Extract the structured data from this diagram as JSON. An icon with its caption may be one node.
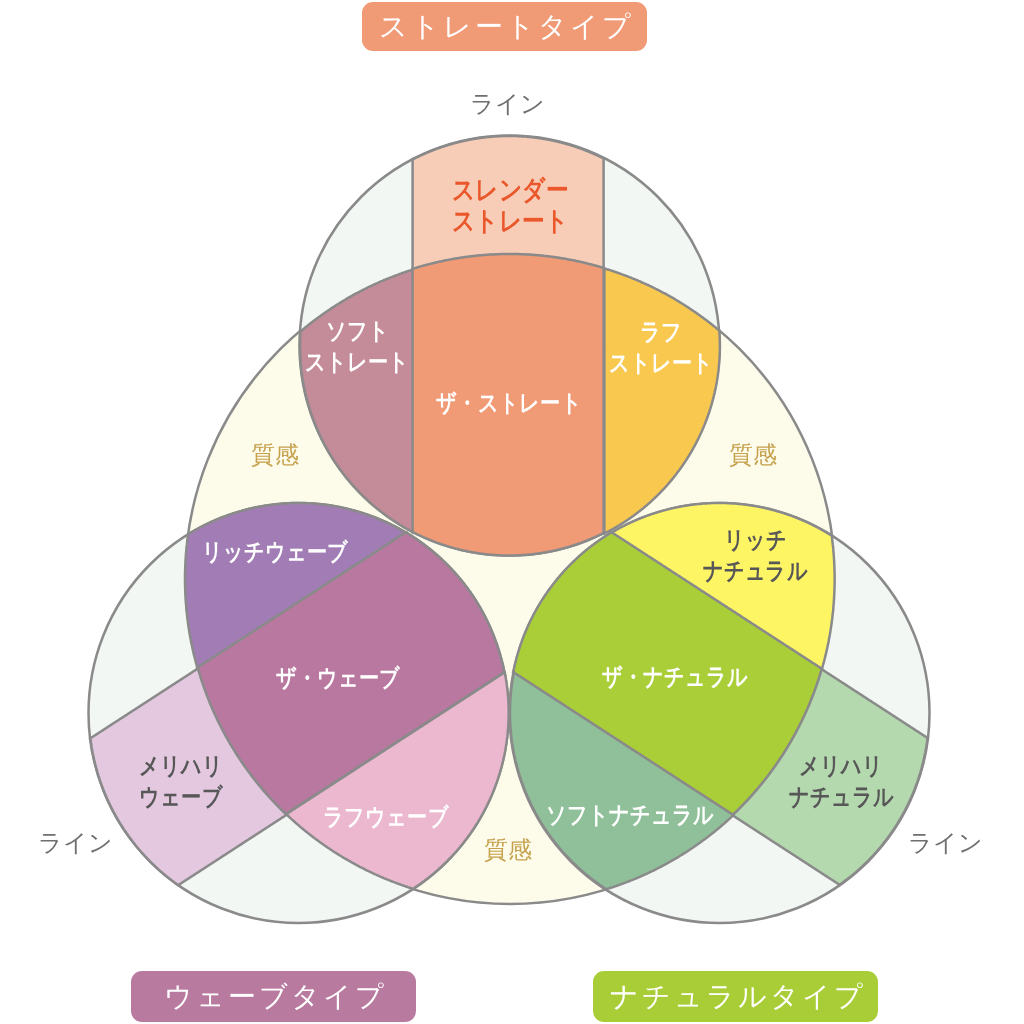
{
  "diagram": {
    "nodes": [
      {
        "text": [
          "ストレートタイプ"
        ]
      },
      {
        "text": [
          "スレンダーストレート"
        ]
      },
      {
        "text": [
          "ソフトストレート"
        ]
      },
      {
        "text": [
          "ザ・ストレート"
        ]
      },
      {
        "text": [
          "ラフストレート"
        ]
      },
      {
        "text": [
          "リッチウェーブ"
        ]
      },
      {
        "text": [
          "リッチナチュラル"
        ]
      },
      {
        "text": [
          "ザ・ウェーブ"
        ]
      },
      {
        "text": [
          "ザ・ナチュラル"
        ]
      },
      {
        "text": [
          "メリハリウェーブ"
        ]
      },
      {
        "text": [
          "メリハリナチュラル"
        ]
      },
      {
        "text": [
          "ラフウェーブ"
        ]
      },
      {
        "text": [
          "ソフトナチュラル"
        ]
      },
      {
        "text": [
          "ウェーブタイプ"
        ]
      },
      {
        "text": [
          "ナチュラルタイプ"
        ]
      }
    ],
    "labels": [
      "ライン",
      "質感",
      "質感",
      "ライン",
      "質感",
      "ライン"
    ]
  }
}
